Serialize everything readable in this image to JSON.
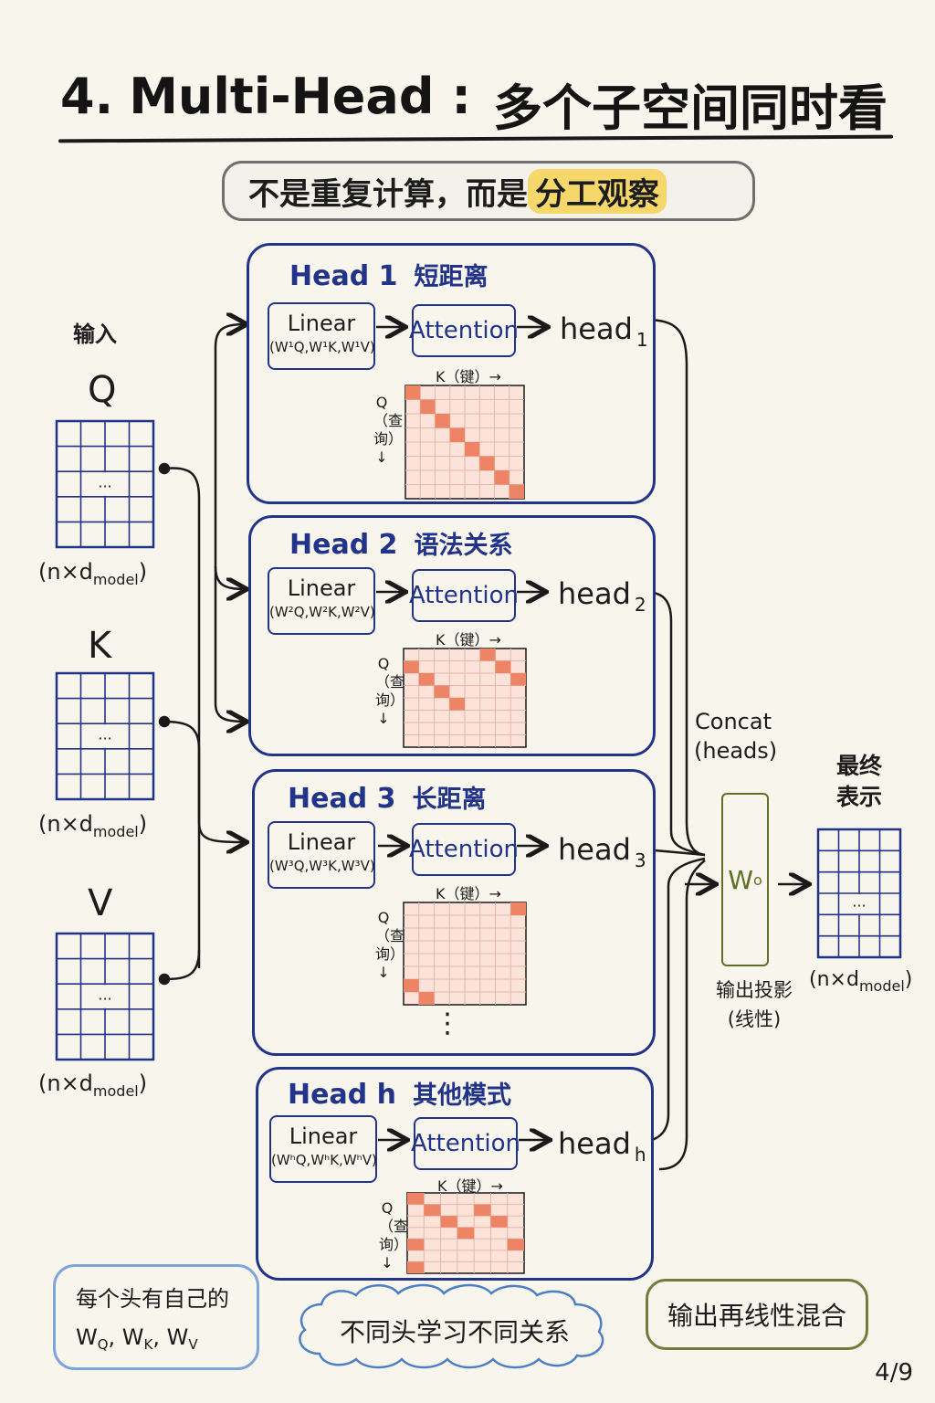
{
  "title": {
    "number": "4.",
    "en": "Multi-Head :",
    "zh": "多个子空间同时看"
  },
  "subtitle": {
    "prefix": "不是重复计算，而是",
    "highlight": "分工观察"
  },
  "inputs": {
    "label": "输入",
    "matrices": [
      {
        "letter": "Q",
        "dim": "(n×d",
        "dim_sub": "model",
        "dim_close": ")",
        "ellipsis": "..."
      },
      {
        "letter": "K",
        "dim": "(n×d",
        "dim_sub": "model",
        "dim_close": ")",
        "ellipsis": "..."
      },
      {
        "letter": "V",
        "dim": "(n×d",
        "dim_sub": "model",
        "dim_close": ")",
        "ellipsis": "..."
      }
    ]
  },
  "heads": [
    {
      "title": "Head 1",
      "desc": "短距离",
      "linear": "Linear",
      "weights": "(W¹Q,W¹K,W¹V)",
      "attention": "Attention",
      "out": "head",
      "out_sub": "1",
      "k_label": "K（键）→",
      "q_label": "Q（查询）↓",
      "pattern": {
        "size": 8,
        "cells": [
          [
            0,
            0
          ],
          [
            1,
            1
          ],
          [
            2,
            2
          ],
          [
            3,
            3
          ],
          [
            4,
            4
          ],
          [
            5,
            5
          ],
          [
            6,
            6
          ],
          [
            7,
            7
          ]
        ]
      }
    },
    {
      "title": "Head 2",
      "desc": "语法关系",
      "linear": "Linear",
      "weights": "(W²Q,W²K,W²V)",
      "attention": "Attention",
      "out": "head",
      "out_sub": "2",
      "k_label": "K（键）→",
      "q_label": "Q（查询）↓",
      "pattern": {
        "size": 8,
        "cells": [
          [
            0,
            5
          ],
          [
            1,
            0
          ],
          [
            1,
            6
          ],
          [
            2,
            1
          ],
          [
            2,
            7
          ],
          [
            3,
            2
          ],
          [
            4,
            3
          ]
        ]
      }
    },
    {
      "title": "Head 3",
      "desc": "长距离",
      "linear": "Linear",
      "weights": "(W³Q,W³K,W³V)",
      "attention": "Attention",
      "out": "head",
      "out_sub": "3",
      "k_label": "K（键）→",
      "q_label": "Q（查询）↓",
      "pattern": {
        "size": 8,
        "cells": [
          [
            0,
            7
          ],
          [
            6,
            0
          ],
          [
            7,
            1
          ]
        ]
      }
    },
    {
      "title": "Head h",
      "desc": "其他模式",
      "linear": "Linear",
      "weights": "(WʰQ,WʰK,WʰV)",
      "attention": "Attention",
      "out": "head",
      "out_sub": "h",
      "k_label": "K（键）→",
      "q_label": "Q（查询）↓",
      "pattern": {
        "size": 7,
        "cells": [
          [
            0,
            0
          ],
          [
            1,
            1
          ],
          [
            1,
            4
          ],
          [
            2,
            2
          ],
          [
            2,
            5
          ],
          [
            3,
            3
          ],
          [
            4,
            0
          ],
          [
            4,
            6
          ],
          [
            6,
            0
          ]
        ]
      }
    }
  ],
  "ellipsis_vertical": "⋮",
  "concat": {
    "line1": "Concat",
    "line2": "(heads)"
  },
  "wo": {
    "letter": "W",
    "sub": "o"
  },
  "projection": {
    "line1": "输出投影",
    "line2": "(线性)"
  },
  "final": {
    "line1": "最终",
    "line2": "表示",
    "dim": "(n×d",
    "dim_sub": "model",
    "dim_close": ")",
    "ellipsis": "..."
  },
  "notes": {
    "blue_line1": "每个头有自己的",
    "blue_line2_parts": [
      "W",
      "Q",
      ", W",
      "K",
      ", W",
      "V"
    ],
    "cloud": "不同头学习不同关系",
    "green": "输出再线性混合"
  },
  "page": "4/9",
  "colors": {
    "ink_blue": "#22348a",
    "olive": "#5e7026",
    "highlight": "#f5d76b",
    "cell_hot": "#ee8466",
    "cell_cold": "#fbe3da",
    "grid_line": "#e7b7a8"
  }
}
